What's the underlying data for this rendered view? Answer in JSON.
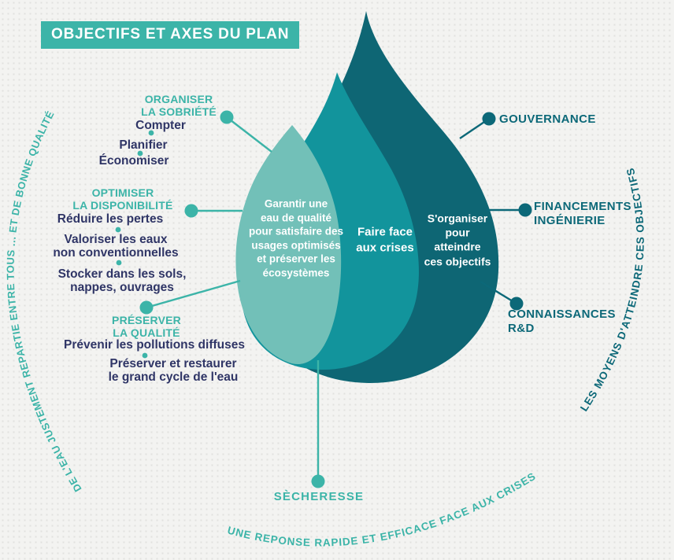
{
  "title": "OBJECTIFS ET AXES DU PLAN",
  "drop": {
    "segment_quality": "Garantir une\neau de qualité\npour satisfaire des\nusages optimisés\net préserver les\nécosystèmes",
    "segment_crises": "Faire face\naux crises",
    "segment_organisation": "S'organiser\npour\natteindre\nces objectifs"
  },
  "left_groups": [
    {
      "heading": "ORGANISER\nLA SOBRIÉTÉ",
      "items": [
        "Compter",
        "Planifier",
        "Économiser"
      ]
    },
    {
      "heading": "OPTIMISER\nLA DISPONIBILITÉ",
      "items": [
        "Réduire les pertes",
        "Valoriser les eaux\nnon conventionnelles",
        "Stocker dans les sols,\nnappes, ouvrages"
      ]
    },
    {
      "heading": "PRÉSERVER\nLA QUALITÉ",
      "items": [
        "Prévenir les pollutions diffuses",
        "Préserver et restaurer\nle grand cycle de l'eau"
      ]
    }
  ],
  "right_labels": [
    "GOUVERNANCE",
    "FINANCEMENTS\nINGÉNIERIE",
    "CONNAISSANCES\nR&D"
  ],
  "bottom_label": "SÈCHERESSE",
  "arcs": {
    "left": "DE L'EAU JUSTEMENT REPARTIE ENTRE TOUS ... ET DE BONNE QUALITÉ",
    "right": "LES MOYENS D'ATTEINDRE CES OBJECTIFS",
    "bottom": "UNE REPONSE RAPIDE ET EFFICACE FACE AUX CRISES"
  },
  "colors": {
    "teal": "#3cb4a8",
    "navy": "#2f3566",
    "petrol": "#0c6878",
    "drop_dark": "#0e6674",
    "drop_medium": "#12949c",
    "drop_light": "#72c0b8",
    "background": "#f3f3f1"
  }
}
